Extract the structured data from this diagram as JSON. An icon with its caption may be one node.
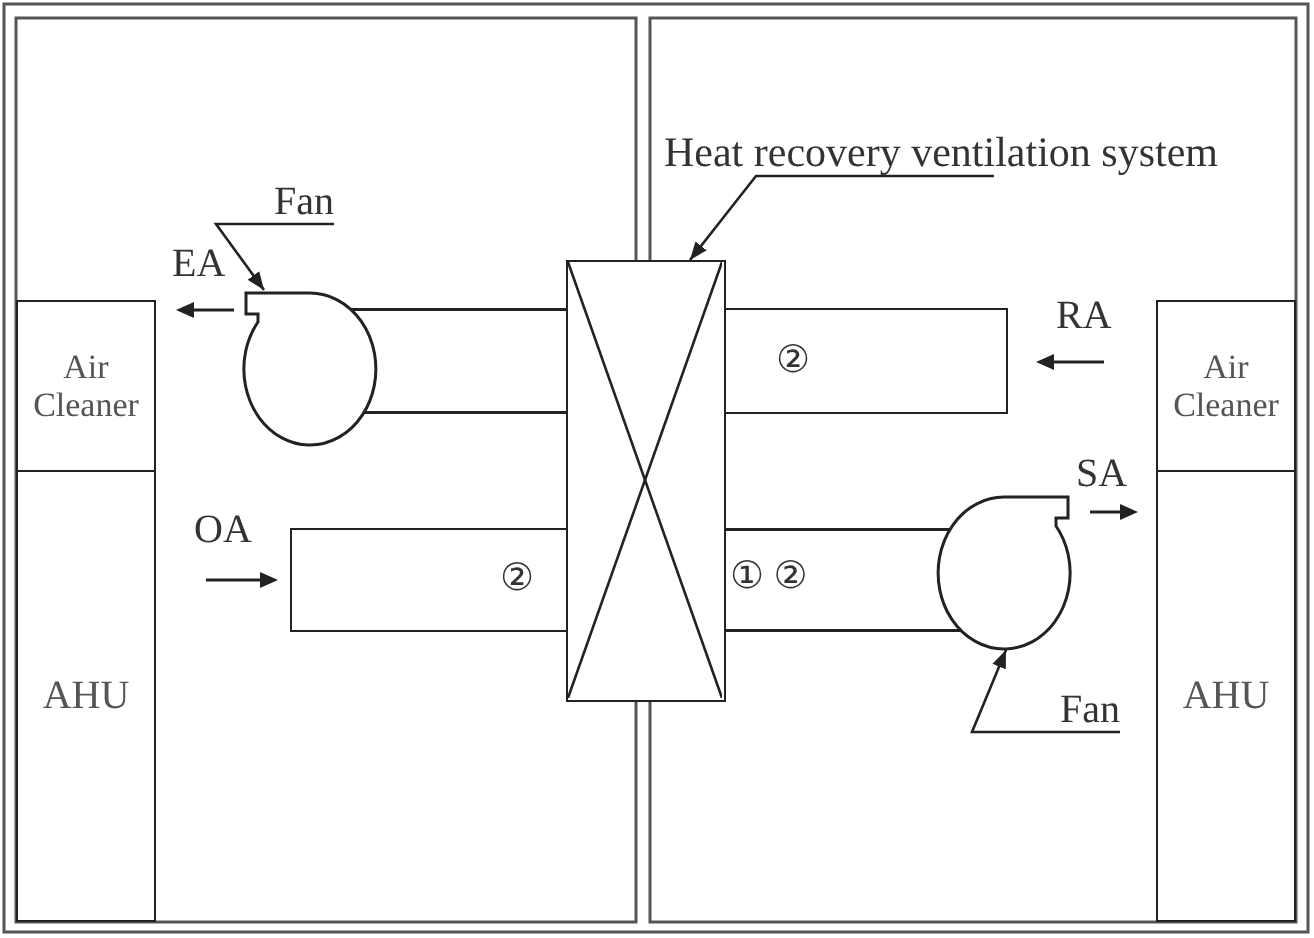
{
  "diagram": {
    "nodes": [
      {
        "text": [
          "Heat recovery ventilation system"
        ]
      },
      {
        "text": [
          "Fan"
        ]
      },
      {
        "text": [],
        "shape": "box"
      },
      {
        "text": [],
        "shape": "circle"
      },
      {
        "text": [
          "Air Cleaner"
        ]
      },
      {
        "text": [
          "Air Cleaner"
        ]
      },
      {
        "text": [],
        "shape": "box"
      },
      {
        "text": [
          "②"
        ]
      },
      {
        "text": [
          "AHU"
        ]
      },
      {
        "text": [
          "AHU"
        ]
      },
      {
        "text": [],
        "shape": "circle"
      },
      {
        "text": [
          "②"
        ]
      },
      {
        "text": [
          "① ②"
        ]
      },
      {
        "text": [
          "Fan"
        ]
      }
    ],
    "edges": [
      {
        "from": 0,
        "to": 2,
        "arrow": "to"
      },
      {
        "from": 1,
        "to": 3,
        "arrow": "to"
      },
      {
        "from": 13,
        "to": 10,
        "arrow": "to"
      }
    ],
    "labels": [
      "EA",
      "RA",
      "SA",
      "OA"
    ]
  }
}
